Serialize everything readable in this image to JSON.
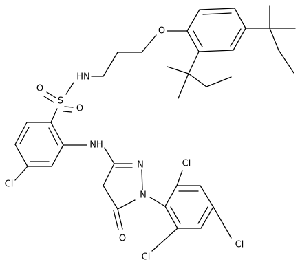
{
  "atoms": {
    "o_ether": "O",
    "nh_amide": "HN",
    "s": "S",
    "o_s_left": "O",
    "o_s_bottom": "O",
    "nh_amine": "NH",
    "n_ring": "N",
    "n_ring2": "N",
    "cl_benzene": "Cl",
    "o_keto": "O",
    "cl_top": "Cl",
    "cl_right": "Cl",
    "cl_bottom": "Cl"
  },
  "colors": {
    "ink": "#000000",
    "background": "#ffffff"
  }
}
